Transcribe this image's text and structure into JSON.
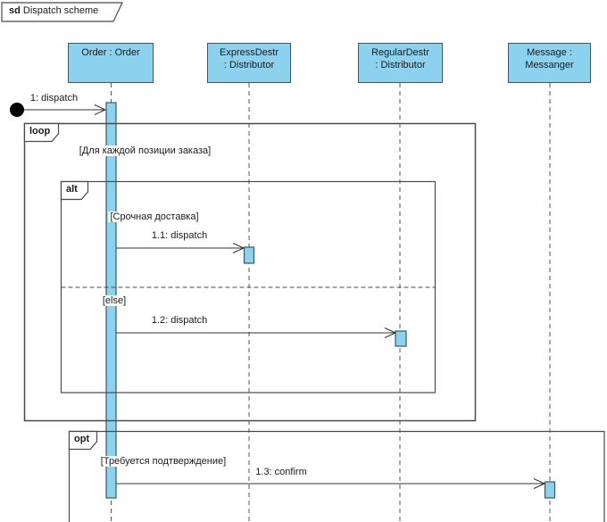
{
  "frame": {
    "keyword": "sd",
    "name": "Dispatch scheme"
  },
  "lifelines": [
    {
      "label": "Order : Order"
    },
    {
      "label": "ExpressDestr\n: Distributor"
    },
    {
      "label": "RegularDestr\n: Distributor"
    },
    {
      "label": "Message :\nMessanger"
    }
  ],
  "messages": [
    {
      "label": "1: dispatch"
    },
    {
      "label": "1.1: dispatch"
    },
    {
      "label": "1.2: dispatch"
    },
    {
      "label": "1.3: confirm"
    }
  ],
  "fragments": {
    "loop": {
      "operator": "loop",
      "guard": "[Для каждой позиции заказа]"
    },
    "alt": {
      "operator": "alt",
      "guard1": "[Срочная доставка]",
      "guard2": "[else]"
    },
    "opt": {
      "operator": "opt",
      "guard": "[Требуется подтверждение]"
    }
  },
  "colors": {
    "element_fill": "#8CD2EE",
    "element_border": "#3E5766",
    "fragment_line": "#4A4A4A",
    "lifeline_line": "#555555",
    "message_line": "#333333"
  }
}
